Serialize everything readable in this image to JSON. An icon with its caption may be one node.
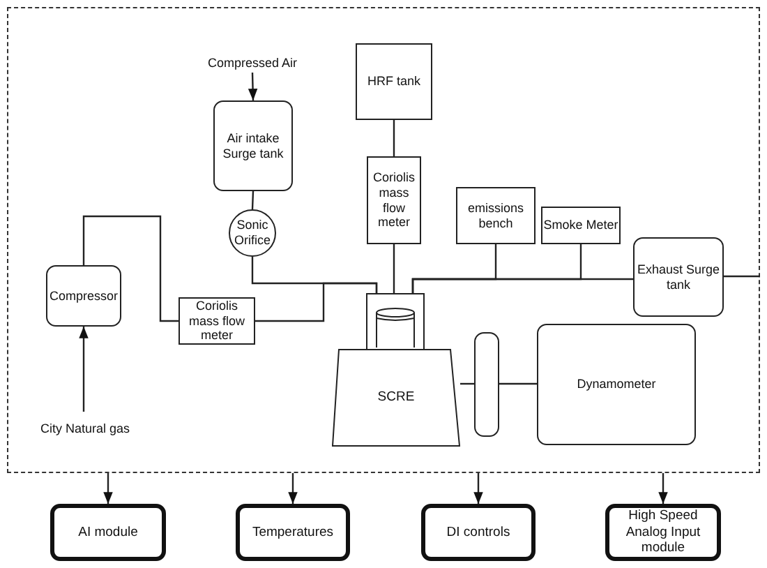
{
  "diagram": {
    "nodes": [
      {
        "text": [],
        "shape": "box"
      },
      {
        "text": [
          "Compressed Air"
        ],
        "in": 0
      },
      {
        "text": [
          "HRF tank"
        ],
        "in": 0
      },
      {
        "text": [
          "Air intake Surge tank"
        ],
        "in": 0
      },
      {
        "text": [
          "Coriolis mass flow meter"
        ],
        "in": 0
      },
      {
        "text": [
          "emissions bench"
        ],
        "in": 0
      },
      {
        "text": [
          "Smoke Meter"
        ],
        "in": 0
      },
      {
        "text": [
          "Sonic Orifice"
        ],
        "in": 0
      },
      {
        "text": [
          "Compressor"
        ],
        "in": 0
      },
      {
        "text": [
          "Exhaust Surge tank"
        ],
        "in": 0
      },
      {
        "text": [
          "Coriolis mass flow meter"
        ],
        "in": 0
      },
      {
        "text": [
          "SCRE"
        ],
        "in": 0
      },
      {
        "text": [],
        "shape": "box",
        "in": 0
      },
      {
        "text": [
          "Dynamometer"
        ],
        "in": 0
      },
      {
        "text": [
          "City Natural gas"
        ],
        "in": 0
      },
      {
        "text": [
          "AI module"
        ]
      },
      {
        "text": [
          "Temperatures"
        ]
      },
      {
        "text": [
          "DI controls"
        ]
      },
      {
        "text": [
          "High Speed Analog Input module"
        ]
      }
    ],
    "edges": [
      {
        "from": 1,
        "to": 3,
        "arrow": "to"
      },
      {
        "from": 3,
        "to": 7,
        "arrow": "none"
      },
      {
        "from": 7,
        "to": 11,
        "arrow": "none"
      },
      {
        "from": 2,
        "to": 4,
        "arrow": "none"
      },
      {
        "from": 4,
        "to": 11,
        "arrow": "none"
      },
      {
        "from": 8,
        "to": 10,
        "arrow": "none"
      },
      {
        "from": 10,
        "to": 11,
        "arrow": "none"
      },
      {
        "from": 14,
        "to": 8,
        "arrow": "to"
      },
      {
        "from": 11,
        "to": 9,
        "arrow": "none"
      },
      {
        "from": 11,
        "to": 5,
        "arrow": "none"
      },
      {
        "from": 11,
        "to": 6,
        "arrow": "none"
      },
      {
        "from": 9,
        "to": null,
        "arrow": "none"
      },
      {
        "from": 11,
        "to": 12,
        "arrow": "none"
      },
      {
        "from": 12,
        "to": 13,
        "arrow": "none"
      },
      {
        "from": 0,
        "to": 15,
        "arrow": "to"
      },
      {
        "from": 0,
        "to": 16,
        "arrow": "to"
      },
      {
        "from": 0,
        "to": 17,
        "arrow": "to"
      },
      {
        "from": 0,
        "to": 18,
        "arrow": "to"
      }
    ]
  }
}
